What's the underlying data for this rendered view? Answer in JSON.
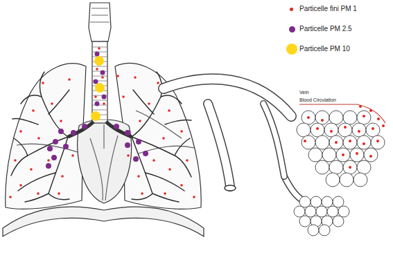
{
  "diagram": {
    "labels": [
      "Vein",
      "Blood Circulation"
    ],
    "legend": [
      {
        "text": "Particelle fini PM 1",
        "color": "#e3261e"
      },
      {
        "text": "Particelle PM 2.5",
        "color": "#7d2b8b"
      },
      {
        "text": "Particelle PM 10",
        "color": "#ffd61a"
      }
    ]
  }
}
